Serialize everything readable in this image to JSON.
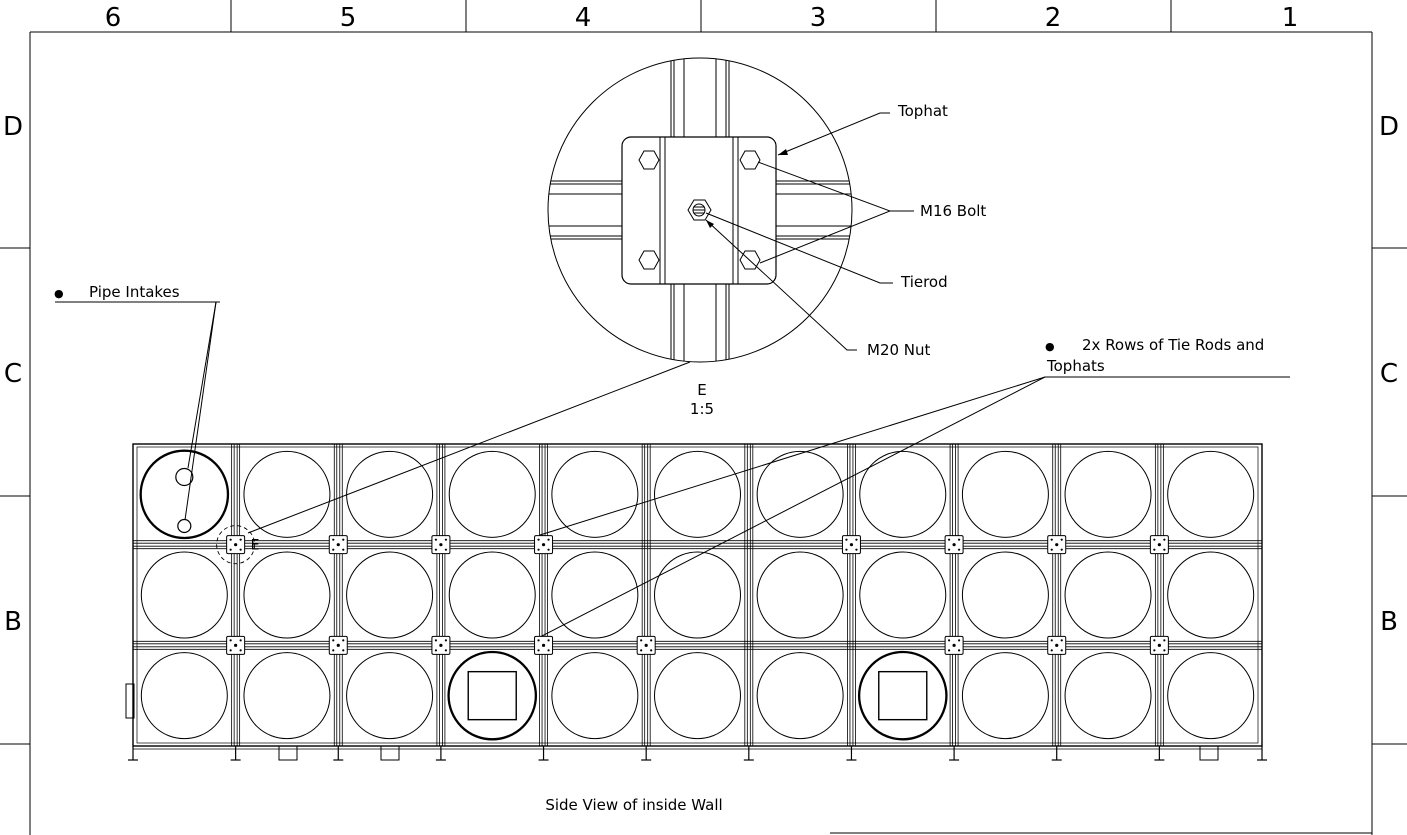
{
  "border": {
    "columns": [
      "6",
      "5",
      "4",
      "3",
      "2",
      "1"
    ],
    "rows": [
      "D",
      "C",
      "B"
    ]
  },
  "detail": {
    "id": "E",
    "scale": "1:5",
    "callouts": {
      "tophat": "Tophat",
      "m16_bolt": "M16 Bolt",
      "tierod": "Tierod",
      "m20_nut": "M20 Nut"
    }
  },
  "notes": {
    "pipe_intakes": "Pipe Intakes",
    "tie_rods_line1": "2x Rows of Tie Rods and",
    "tie_rods_line2": "Tophats",
    "bullet": "●"
  },
  "tank": {
    "columns": 11,
    "rows": 3,
    "detail_marker": "E"
  },
  "view_title": "Side View of inside Wall"
}
